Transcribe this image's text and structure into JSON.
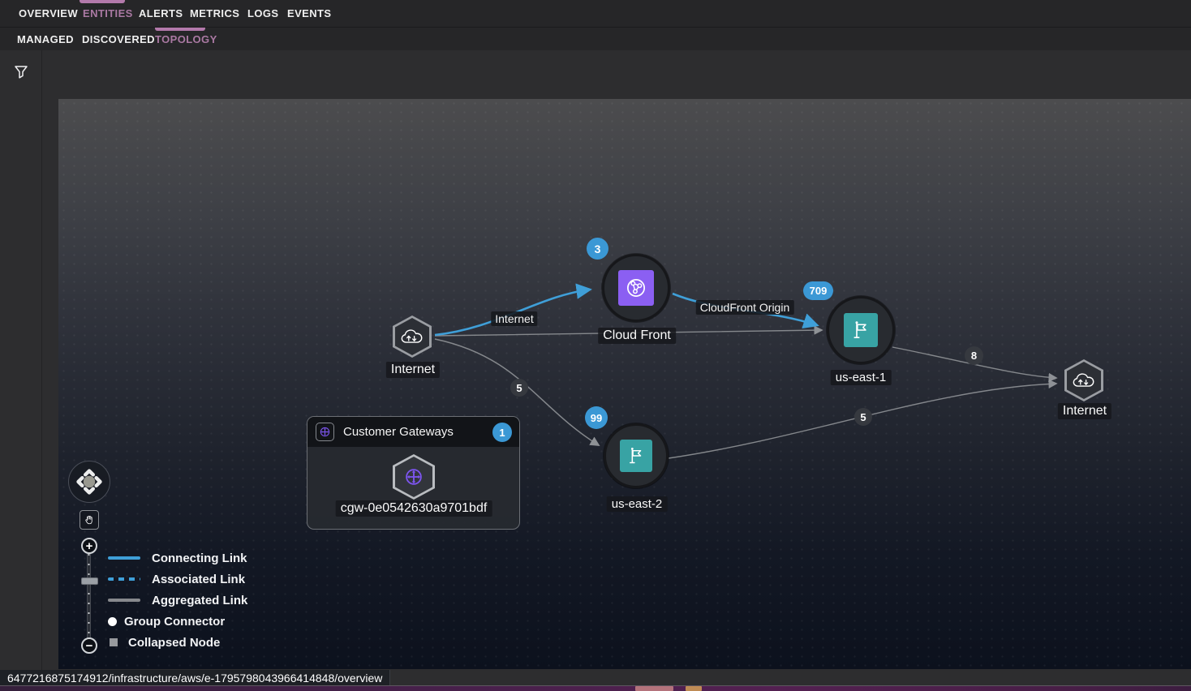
{
  "nav": {
    "primary_tabs": [
      {
        "label": "OVERVIEW",
        "active": false
      },
      {
        "label": "ENTITIES",
        "active": true
      },
      {
        "label": "ALERTS",
        "active": false
      },
      {
        "label": "METRICS",
        "active": false
      },
      {
        "label": "LOGS",
        "active": false
      },
      {
        "label": "EVENTS",
        "active": false
      }
    ],
    "secondary_tabs": [
      {
        "label": "MANAGED",
        "active": false
      },
      {
        "label": "DISCOVERED",
        "active": false
      },
      {
        "label": "TOPOLOGY",
        "active": true
      }
    ]
  },
  "colors": {
    "accent_pink": "#b379ab",
    "badge_blue": "#3b98d5",
    "connecting_link_blue": "#3f9fd8",
    "aggregated_link_gray": "#8f9296",
    "cloudfront_icon_purple": "#8b5ff2",
    "region_icon_teal": "#38a3a4",
    "gateway_icon_purple": "#7d55f0"
  },
  "topology": {
    "nodes": {
      "internet_left": {
        "label": "Internet"
      },
      "cloud_front": {
        "label": "Cloud Front",
        "badge": "3"
      },
      "us_east_1": {
        "label": "us-east-1",
        "badge": "709"
      },
      "us_east_2": {
        "label": "us-east-2",
        "badge": "99"
      },
      "internet_right": {
        "label": "Internet"
      }
    },
    "group": {
      "title": "Customer Gateways",
      "badge": "1",
      "node_label": "cgw-0e0542630a9701bdf"
    },
    "edges": {
      "internet_to_cloudfront_label": "Internet",
      "cloudfront_to_useast1_label": "CloudFront Origin",
      "internet_to_useast2_count": "5",
      "useast1_to_internet_count": "8",
      "useast2_to_internet_count": "5"
    }
  },
  "legend": {
    "items": [
      {
        "label": "Connecting Link",
        "swatch": "line-solid-blue"
      },
      {
        "label": "Associated Link",
        "swatch": "line-dashed-blue"
      },
      {
        "label": "Aggregated Link",
        "swatch": "line-solid-gray"
      },
      {
        "label": "Group Connector",
        "swatch": "dot-white"
      },
      {
        "label": "Collapsed Node",
        "swatch": "square-gray"
      }
    ]
  },
  "status_bar": {
    "text": "6477216875174912/infrastructure/aws/e-1795798043966414848/overview"
  }
}
